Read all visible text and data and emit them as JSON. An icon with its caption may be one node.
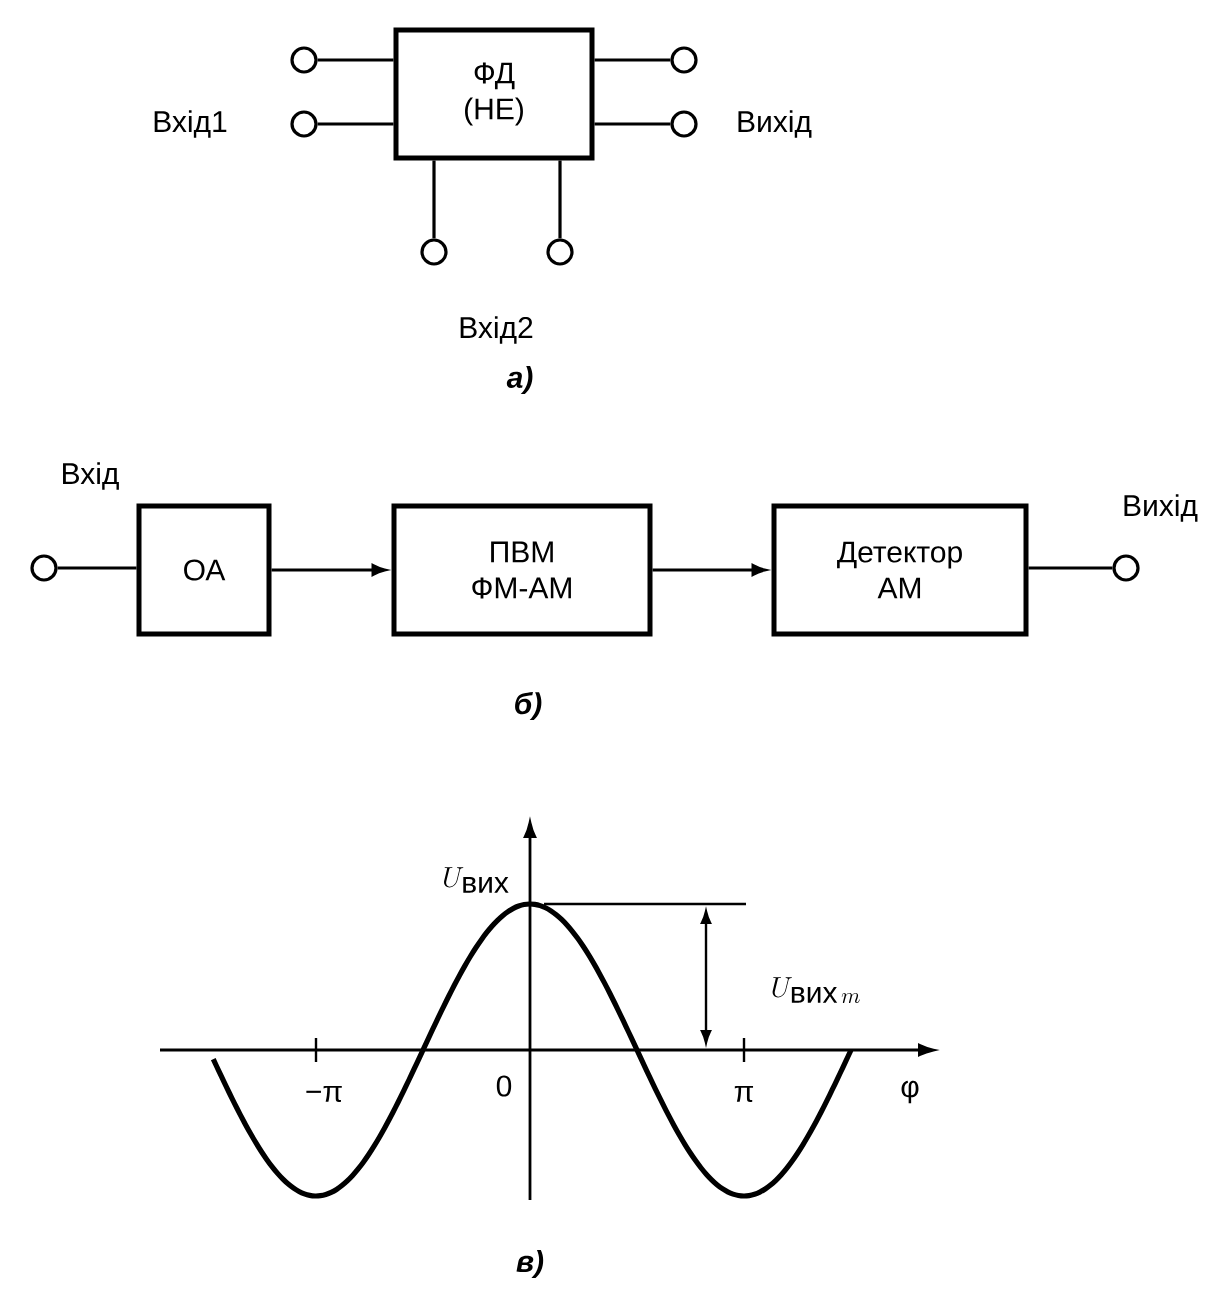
{
  "diagram": {
    "nodes": [
      {
        "text": [
          "ФД",
          "(НЕ)"
        ]
      },
      {
        "text": [],
        "shape": "circle"
      },
      {
        "text": [],
        "shape": "circle"
      },
      {
        "text": [],
        "shape": "circle"
      },
      {
        "text": [],
        "shape": "circle"
      },
      {
        "text": [],
        "shape": "circle"
      },
      {
        "text": [],
        "shape": "circle"
      },
      {
        "text": [],
        "shape": "circle"
      },
      {
        "text": [
          "ОА"
        ]
      },
      {
        "text": [
          "ПВМ ФМ-АМ"
        ]
      },
      {
        "text": [
          "Детектор АМ"
        ]
      },
      {
        "text": [],
        "shape": "circle"
      }
    ],
    "edges": [
      {
        "from": 1,
        "to": 0,
        "arrow": "none"
      },
      {
        "from": 2,
        "to": 0,
        "arrow": "none"
      },
      {
        "from": 0,
        "to": 3,
        "arrow": "none"
      },
      {
        "from": 0,
        "to": 4,
        "arrow": "none"
      },
      {
        "from": 5,
        "to": 0,
        "arrow": "none"
      },
      {
        "from": 6,
        "to": 0,
        "arrow": "none"
      },
      {
        "from": 7,
        "to": 8,
        "arrow": "none"
      },
      {
        "from": 8,
        "to": 9,
        "arrow": "to"
      },
      {
        "from": 9,
        "to": 10,
        "arrow": "to"
      },
      {
        "from": 10,
        "to": 11,
        "arrow": "none"
      }
    ],
    "labels": [
      "Вхід1",
      "Вихід",
      "Вхід2",
      "а)",
      "Вхід",
      "Вихід",
      "б)",
      "U_{\\mbox{вих}}",
      "U_{\\mbox{вих}\\,m}",
      "−π",
      "0",
      "π",
      "φ",
      "в)"
    ]
  }
}
